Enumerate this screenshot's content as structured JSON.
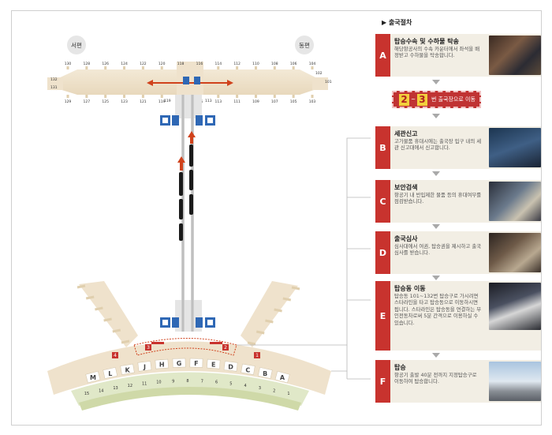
{
  "header": {
    "procedure_title": "▶ 출국절차"
  },
  "map": {
    "west_label": "서편",
    "east_label": "동편",
    "gate_numbers_top": [
      "130",
      "128",
      "126",
      "124",
      "122",
      "120",
      "118",
      "116",
      "114",
      "112",
      "110",
      "108",
      "106",
      "104"
    ],
    "gate_numbers_bottom": [
      "129",
      "127",
      "125",
      "123",
      "121",
      "119",
      "117",
      "115",
      "113",
      "111",
      "109",
      "107",
      "105",
      "103"
    ],
    "gate_numbers_side_right": [
      "102",
      "101"
    ],
    "gate_numbers_side_left": [
      "132",
      "131"
    ],
    "concourse_gates_near_center": [
      "119",
      "113"
    ],
    "counter_letters": [
      "M",
      "L",
      "K",
      "J",
      "H",
      "G",
      "F",
      "E",
      "D",
      "C",
      "B",
      "A"
    ],
    "bottom_gate_numbers": [
      "15",
      "14",
      "13",
      "12",
      "11",
      "10",
      "9",
      "8",
      "7",
      "6",
      "5",
      "4",
      "3",
      "2",
      "1"
    ],
    "markers": [
      "1",
      "2",
      "3",
      "4"
    ]
  },
  "gate_notice": {
    "num_a": "2",
    "separator": "~",
    "num_b": "3",
    "text": "번 출국장으로 이동"
  },
  "steps": [
    {
      "letter": "A",
      "title": "탑승수속 및 수하물 탁송",
      "desc": "해당항공사의 수속 카운터에서 좌석을 배정받고 수하물을 탁송합니다."
    },
    {
      "letter": "B",
      "title": "세관신고",
      "desc": "고가물품 휴대시에는 출국장 입구 내의 세관 신고대에서 신고합니다."
    },
    {
      "letter": "C",
      "title": "보안검색",
      "desc": "항공기 내 반입제한 물품 등의 휴대여부를 점검받습니다."
    },
    {
      "letter": "D",
      "title": "출국심사",
      "desc": "심사대에서 여권, 탑승권을 제시하고 출국심사를 받습니다."
    },
    {
      "letter": "E",
      "title": "탑승동 이동",
      "desc": "탑승동 101~132번 탑승구로 가시려면 스타라인을 타고 탑승동으로 이동하시면 됩니다. 스타라인은 탑승동을 연결하는 무인전동차로써 5분 간격으로 이용하실 수 있습니다."
    },
    {
      "letter": "F",
      "title": "탑승",
      "desc": "항공기 출발 40분 전까지 지정탑승구로 이동하여 탑승합니다."
    }
  ],
  "colors": {
    "accent_red": "#c8332e",
    "terminal_fill": "#efe2cc",
    "panel_bg": "#f2eee4",
    "gate_yellow": "#f2cf3c",
    "station_blue": "#2f68b5"
  }
}
